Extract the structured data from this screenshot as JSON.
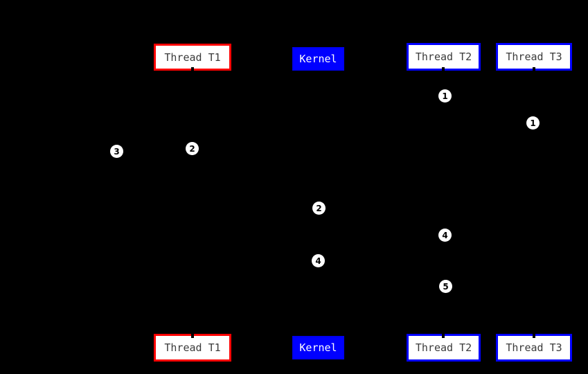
{
  "diagram": {
    "type": "sequence-diagram",
    "background_color": "#000000",
    "colors": {
      "thread_t1_border": "#ff0000",
      "thread_t2_border": "#0000ff",
      "thread_t3_border": "#0000ff",
      "kernel_fill": "#0000ff",
      "actor_box_fill": "#ffffff",
      "actor_box_text": "#3a3a3a",
      "kernel_text": "#ffffff",
      "marker_fill": "#ffffff",
      "marker_text": "#000000",
      "lifeline": "#000000"
    },
    "actors_top": [
      {
        "label": "Thread T1"
      },
      {
        "label": "Kernel"
      },
      {
        "label": "Thread T2"
      },
      {
        "label": "Thread T3"
      }
    ],
    "actors_bottom": [
      {
        "label": "Thread T1"
      },
      {
        "label": "Kernel"
      },
      {
        "label": "Thread T2"
      },
      {
        "label": "Thread T3"
      }
    ],
    "step_markers": [
      {
        "label": "1",
        "position": "on Thread T2 lifeline, upper"
      },
      {
        "label": "1",
        "position": "on Thread T3 lifeline, upper"
      },
      {
        "label": "3",
        "position": "left of Thread T1 lifeline"
      },
      {
        "label": "2",
        "position": "on Thread T1 lifeline"
      },
      {
        "label": "2",
        "position": "on Kernel lifeline, middle"
      },
      {
        "label": "4",
        "position": "on Thread T2 lifeline, middle"
      },
      {
        "label": "4",
        "position": "on Kernel lifeline, lower"
      },
      {
        "label": "5",
        "position": "on Thread T2 lifeline, lower"
      }
    ]
  }
}
